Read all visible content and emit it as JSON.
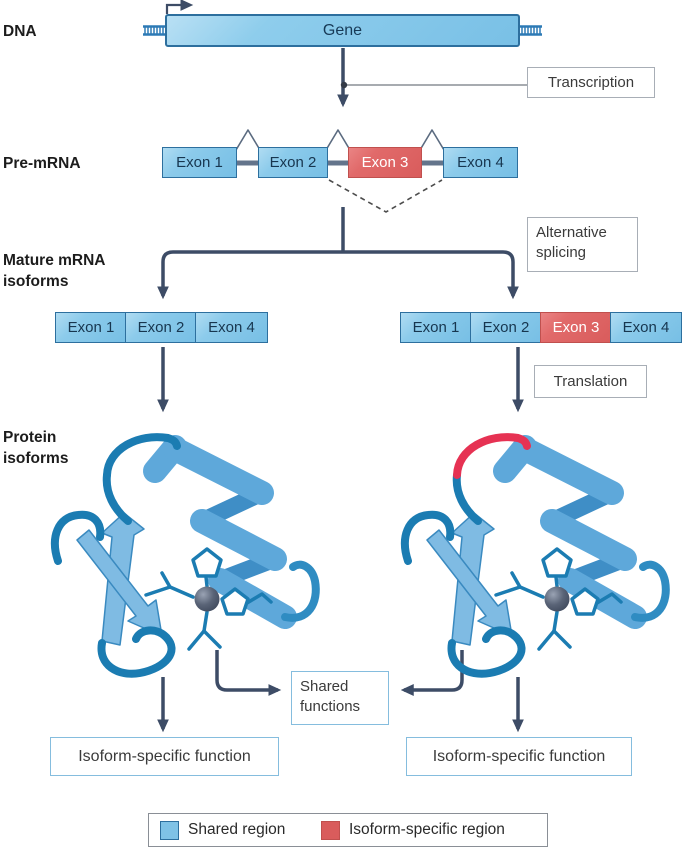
{
  "figure": {
    "stages": {
      "dna": "DNA",
      "pre_mrna": "Pre-mRNA",
      "mature_mrna": "Mature mRNA isoforms",
      "protein": "Protein isoforms"
    },
    "gene": {
      "label": "Gene"
    },
    "steps": {
      "transcription": "Transcription",
      "alternative_splicing": "Alternative splicing",
      "translation": "Translation"
    },
    "pre_mrna": {
      "exons": [
        {
          "label": "Exon 1",
          "type": "shared"
        },
        {
          "label": "Exon 2",
          "type": "shared"
        },
        {
          "label": "Exon 3",
          "type": "isoform-specific"
        },
        {
          "label": "Exon 4",
          "type": "shared"
        }
      ]
    },
    "mature_isoforms": {
      "left": {
        "exons": [
          {
            "label": "Exon 1",
            "type": "shared"
          },
          {
            "label": "Exon 2",
            "type": "shared"
          },
          {
            "label": "Exon 4",
            "type": "shared"
          }
        ]
      },
      "right": {
        "exons": [
          {
            "label": "Exon 1",
            "type": "shared"
          },
          {
            "label": "Exon 2",
            "type": "shared"
          },
          {
            "label": "Exon 3",
            "type": "isoform-specific"
          },
          {
            "label": "Exon 4",
            "type": "shared"
          }
        ]
      }
    },
    "functions": {
      "shared": "Shared functions",
      "isoform_specific_left": "Isoform-specific function",
      "isoform_specific_right": "Isoform-specific function"
    },
    "legend": {
      "items": [
        {
          "label": "Shared region",
          "color": "#7fc2e6"
        },
        {
          "label": "Isoform-specific region",
          "color": "#d95c5c"
        }
      ]
    },
    "colors": {
      "shared_fill": "#7fc2e6",
      "shared_border": "#2d6f9e",
      "specific_fill": "#d95c5c",
      "specific_border": "#c0504e",
      "arrow": "#3d4c66",
      "loop": "#1b7cb2",
      "specific_loop": "#e63253",
      "intron": "#64748b",
      "connector": "#8a8f96"
    }
  }
}
